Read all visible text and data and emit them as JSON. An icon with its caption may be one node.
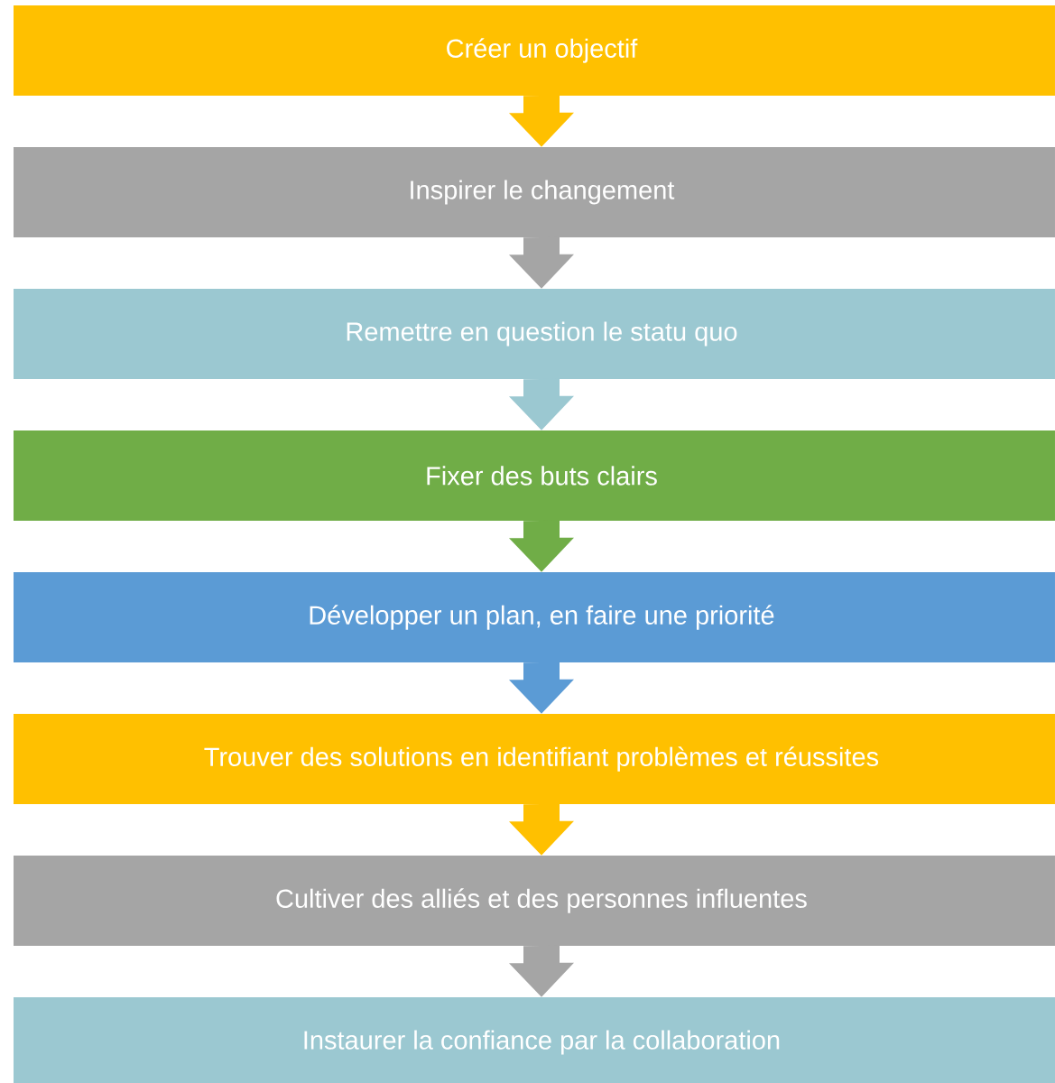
{
  "diagram": {
    "nodes": [
      {
        "text": [
          "Créer un objectif"
        ]
      },
      {
        "text": [
          "Inspirer le changement"
        ]
      },
      {
        "text": [
          "Remettre en question le statu quo"
        ]
      },
      {
        "text": [
          "Fixer des buts clairs"
        ]
      },
      {
        "text": [
          "Développer un plan, en faire une priorité"
        ]
      },
      {
        "text": [
          "Trouver des solutions en identifiant problèmes et réussites"
        ]
      },
      {
        "text": [
          "Cultiver des alliés et des personnes influentes"
        ]
      },
      {
        "text": [
          "Instaurer la confiance par la collaboration"
        ]
      }
    ],
    "edges": [
      {
        "from": 0,
        "to": 1,
        "arrow": "to",
        "color": "#ffc000"
      },
      {
        "from": 1,
        "to": 2,
        "arrow": "to",
        "color": "#a5a5a5"
      },
      {
        "from": 2,
        "to": 3,
        "arrow": "to",
        "color": "#9bc8d1"
      },
      {
        "from": 3,
        "to": 4,
        "arrow": "to",
        "color": "#70ad47"
      },
      {
        "from": 4,
        "to": 5,
        "arrow": "to",
        "color": "#5b9bd5"
      },
      {
        "from": 5,
        "to": 6,
        "arrow": "to",
        "color": "#ffc000"
      },
      {
        "from": 6,
        "to": 7,
        "arrow": "to",
        "color": "#a5a5a5"
      }
    ]
  }
}
